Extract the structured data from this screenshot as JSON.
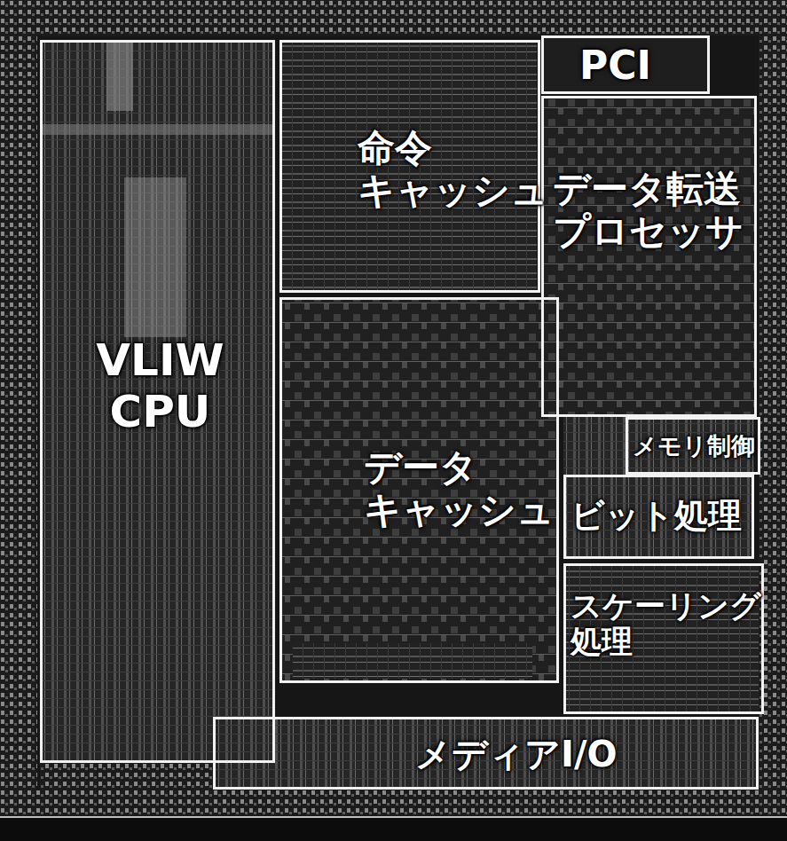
{
  "diagram": {
    "nodes": [
      {
        "text": [
          "VLIW CPU"
        ]
      },
      {
        "text": [
          "命令 キャッシュ"
        ]
      },
      {
        "text": [
          "PCI"
        ]
      },
      {
        "text": [
          "データ転送 プロセッサ"
        ]
      },
      {
        "text": [
          "データ キャッシュ"
        ]
      },
      {
        "text": [
          "メモリ制御"
        ]
      },
      {
        "text": [
          "ビット処理"
        ]
      },
      {
        "text": [
          "スケーリング 処理"
        ]
      },
      {
        "text": [
          "メディアI/O"
        ]
      }
    ]
  }
}
